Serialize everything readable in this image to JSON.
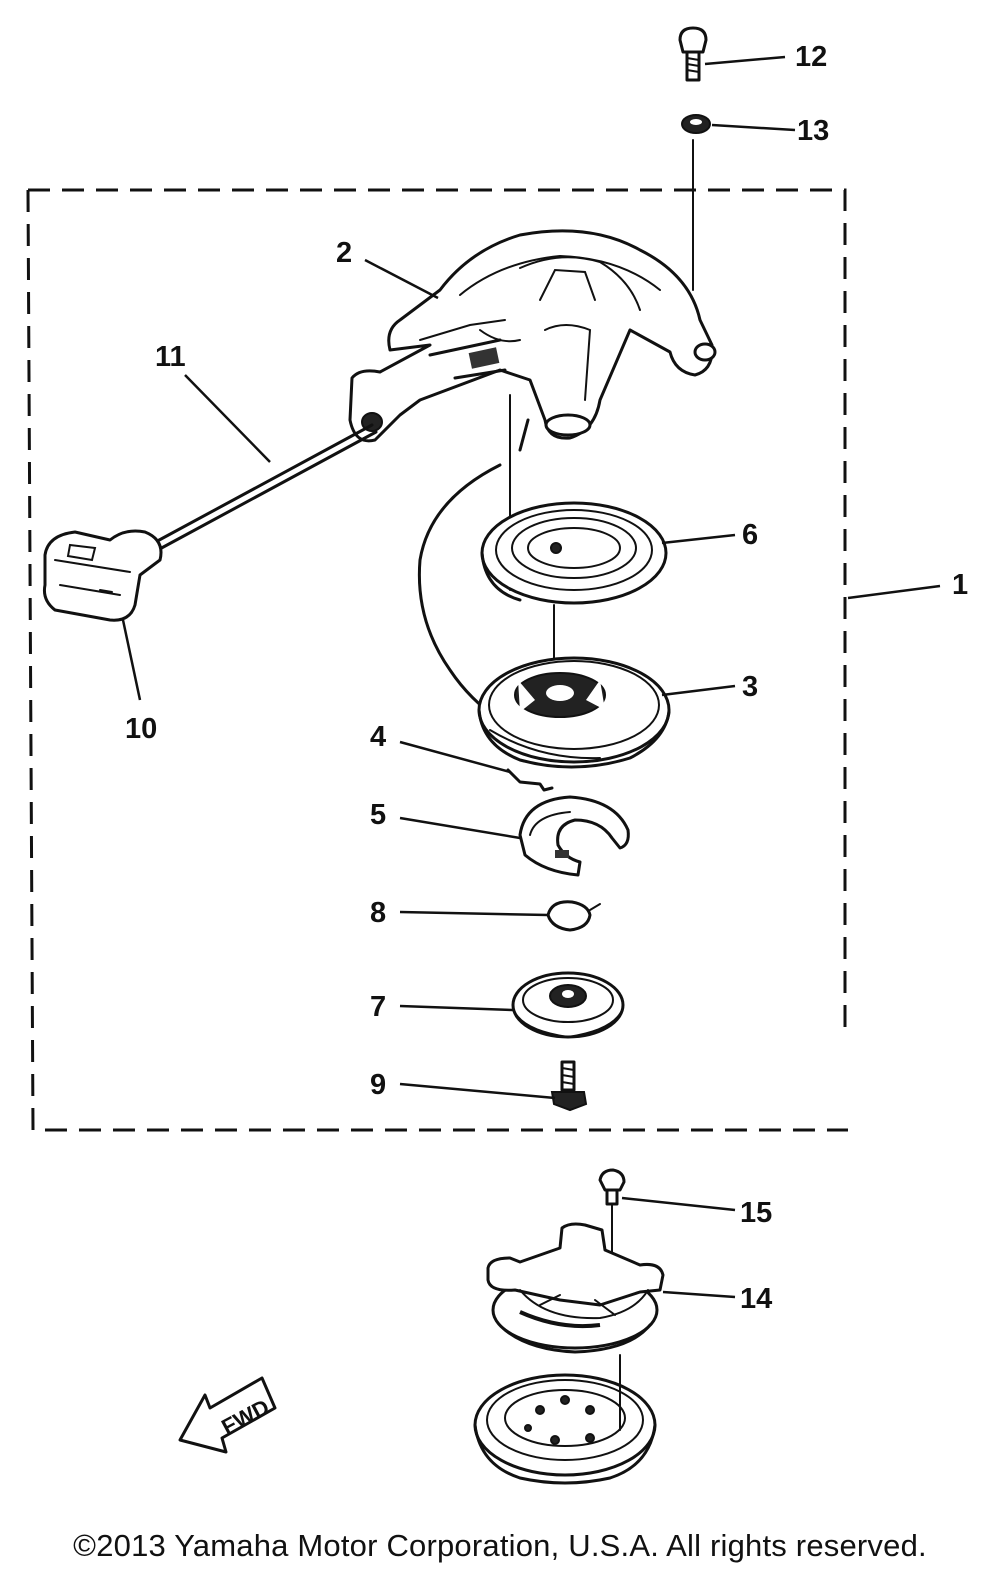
{
  "diagram": {
    "callouts": [
      "1",
      "2",
      "3",
      "4",
      "5",
      "6",
      "7",
      "8",
      "9",
      "10",
      "11",
      "12",
      "13",
      "14",
      "15"
    ],
    "direction_marker": "FWD"
  },
  "footer": {
    "copyright": "©2013 Yamaha Motor Corporation, U.S.A. All rights reserved."
  }
}
